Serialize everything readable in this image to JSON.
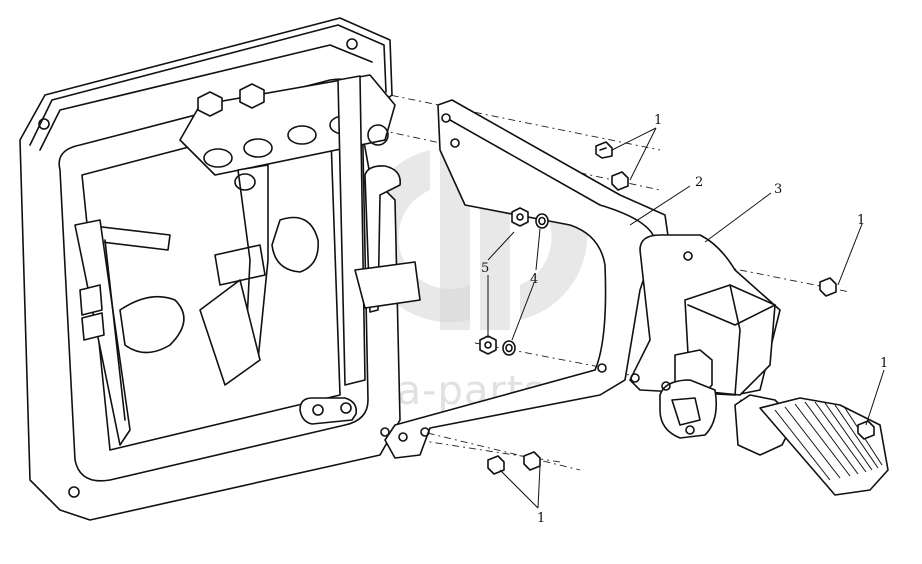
{
  "watermark": {
    "text": "data-parts"
  },
  "callouts": [
    {
      "id": "c1a",
      "label": "1"
    },
    {
      "id": "c1b",
      "label": "1"
    },
    {
      "id": "c1c",
      "label": "1"
    },
    {
      "id": "c1d",
      "label": "1"
    },
    {
      "id": "c2",
      "label": "2"
    },
    {
      "id": "c3",
      "label": "3"
    },
    {
      "id": "c4",
      "label": "4"
    },
    {
      "id": "c5",
      "label": "5"
    }
  ]
}
